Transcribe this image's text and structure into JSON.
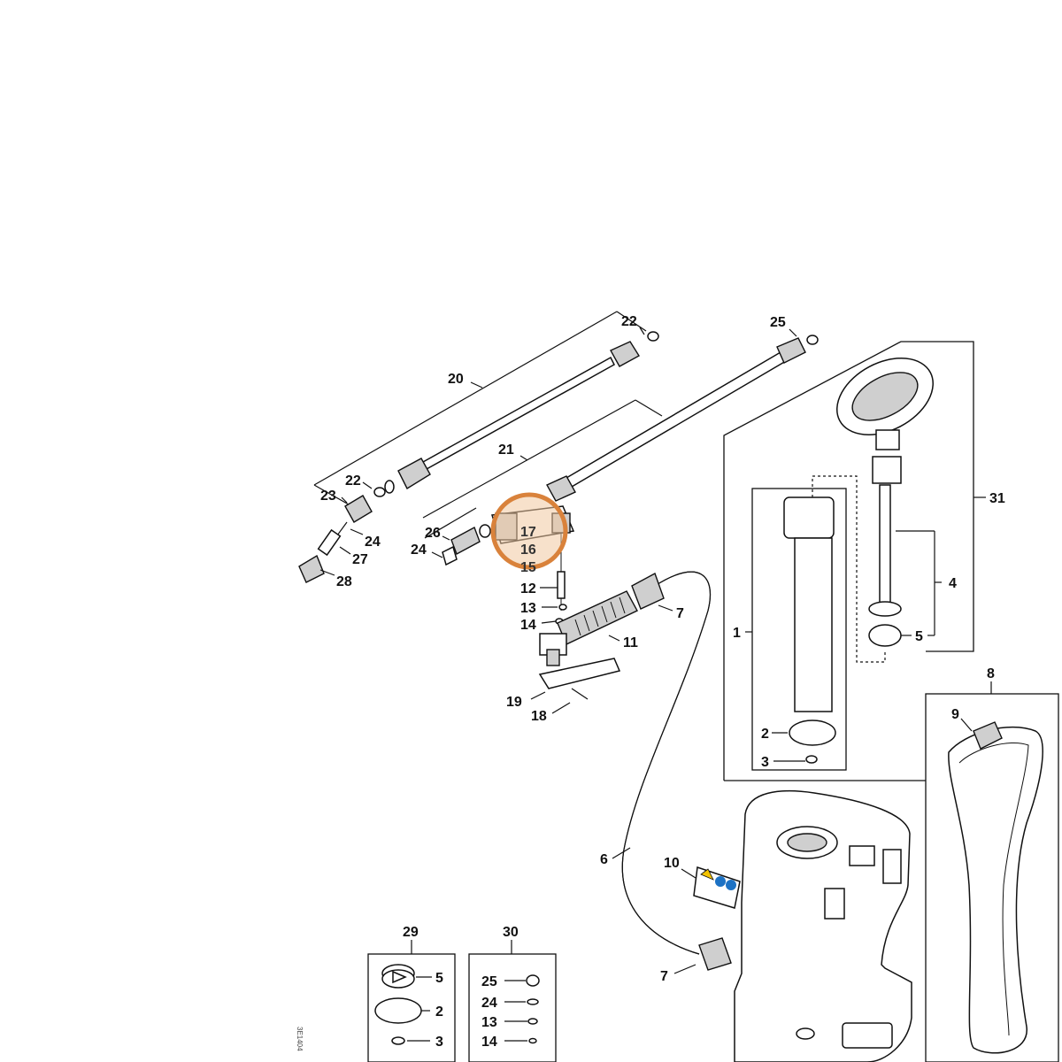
{
  "diagram": {
    "callouts": {
      "c1": "1",
      "c2a": "2",
      "c3a": "3",
      "c4": "4",
      "c5a": "5",
      "c6": "6",
      "c7a": "7",
      "c7b": "7",
      "c8": "8",
      "c9": "9",
      "c10": "10",
      "c11": "11",
      "c12": "12",
      "c13": "13",
      "c14": "14",
      "c15": "15",
      "c16": "16",
      "c17": "17",
      "c18": "18",
      "c19": "19",
      "c20": "20",
      "c21": "21",
      "c22a": "22",
      "c22b": "22",
      "c23": "23",
      "c24a": "24",
      "c24b": "24",
      "c25": "25",
      "c26": "26",
      "c27": "27",
      "c28": "28",
      "c29": "29",
      "c30": "30",
      "c31": "31"
    },
    "kit29": {
      "items": [
        "5",
        "2",
        "3"
      ]
    },
    "kit30": {
      "items": [
        "25",
        "24",
        "13",
        "14"
      ]
    },
    "side_text": "3E1404",
    "highlight": {
      "color": "#d9823b",
      "fill": "#f0c9a0"
    }
  }
}
